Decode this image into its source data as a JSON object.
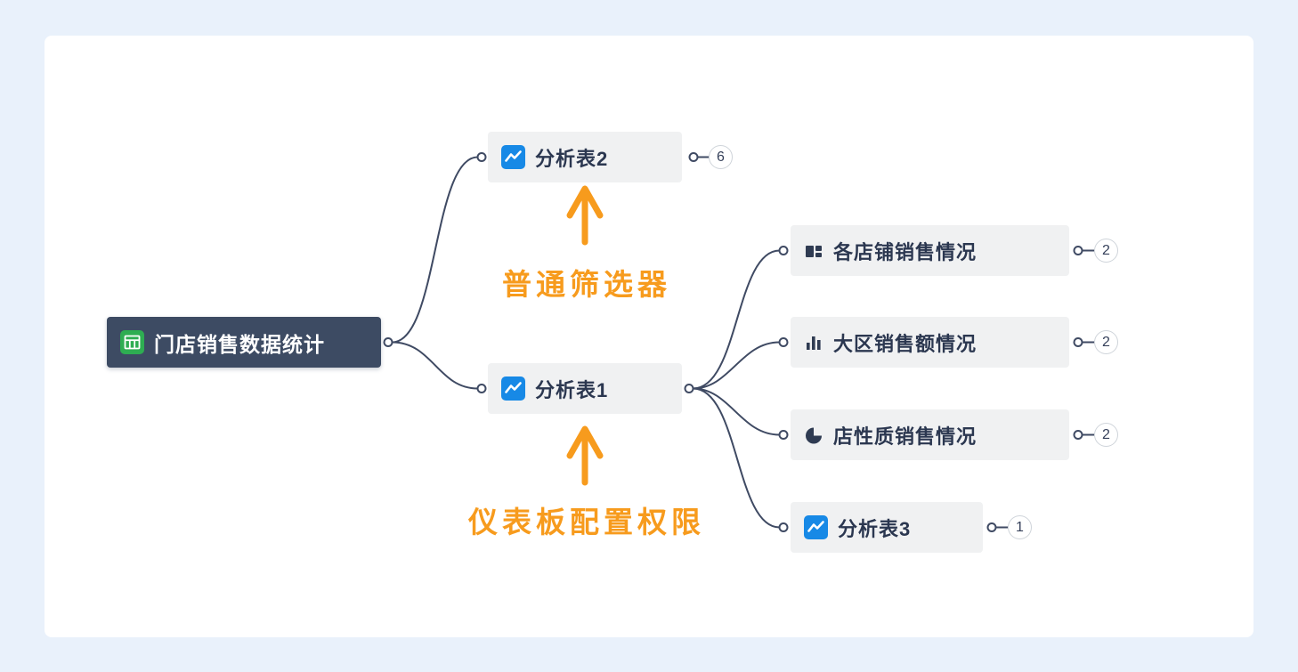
{
  "palette": {
    "background": "#e9f1fb",
    "panel": "#ffffff",
    "root_node_bg": "#3d4b63",
    "child_node_bg": "#f0f1f2",
    "node_text": "#2b3750",
    "root_text": "#ffffff",
    "link_line": "#3f4a63",
    "annotation_orange": "#f79b1d",
    "icon_green": "#2ead52",
    "icon_blue": "#1789e6",
    "icon_dark": "#2f3b52",
    "badge_border": "#cfd4da"
  },
  "mindmap": {
    "root": {
      "label": "门店销售数据统计",
      "icon": "spreadsheet-table-icon"
    },
    "branches": [
      {
        "label": "分析表2",
        "icon": "line-chart-icon",
        "badge": "6"
      },
      {
        "label": "分析表1",
        "icon": "line-chart-icon",
        "children": [
          {
            "label": "各店铺销售情况",
            "icon": "dashboard-icon",
            "badge": "2"
          },
          {
            "label": "大区销售额情况",
            "icon": "bar-chart-icon",
            "badge": "2"
          },
          {
            "label": "店性质销售情况",
            "icon": "pie-chart-icon",
            "badge": "2"
          },
          {
            "label": "分析表3",
            "icon": "line-chart-icon",
            "badge": "1"
          }
        ]
      }
    ]
  },
  "annotations": [
    {
      "text": "普通筛选器"
    },
    {
      "text": "仪表板配置权限"
    }
  ]
}
